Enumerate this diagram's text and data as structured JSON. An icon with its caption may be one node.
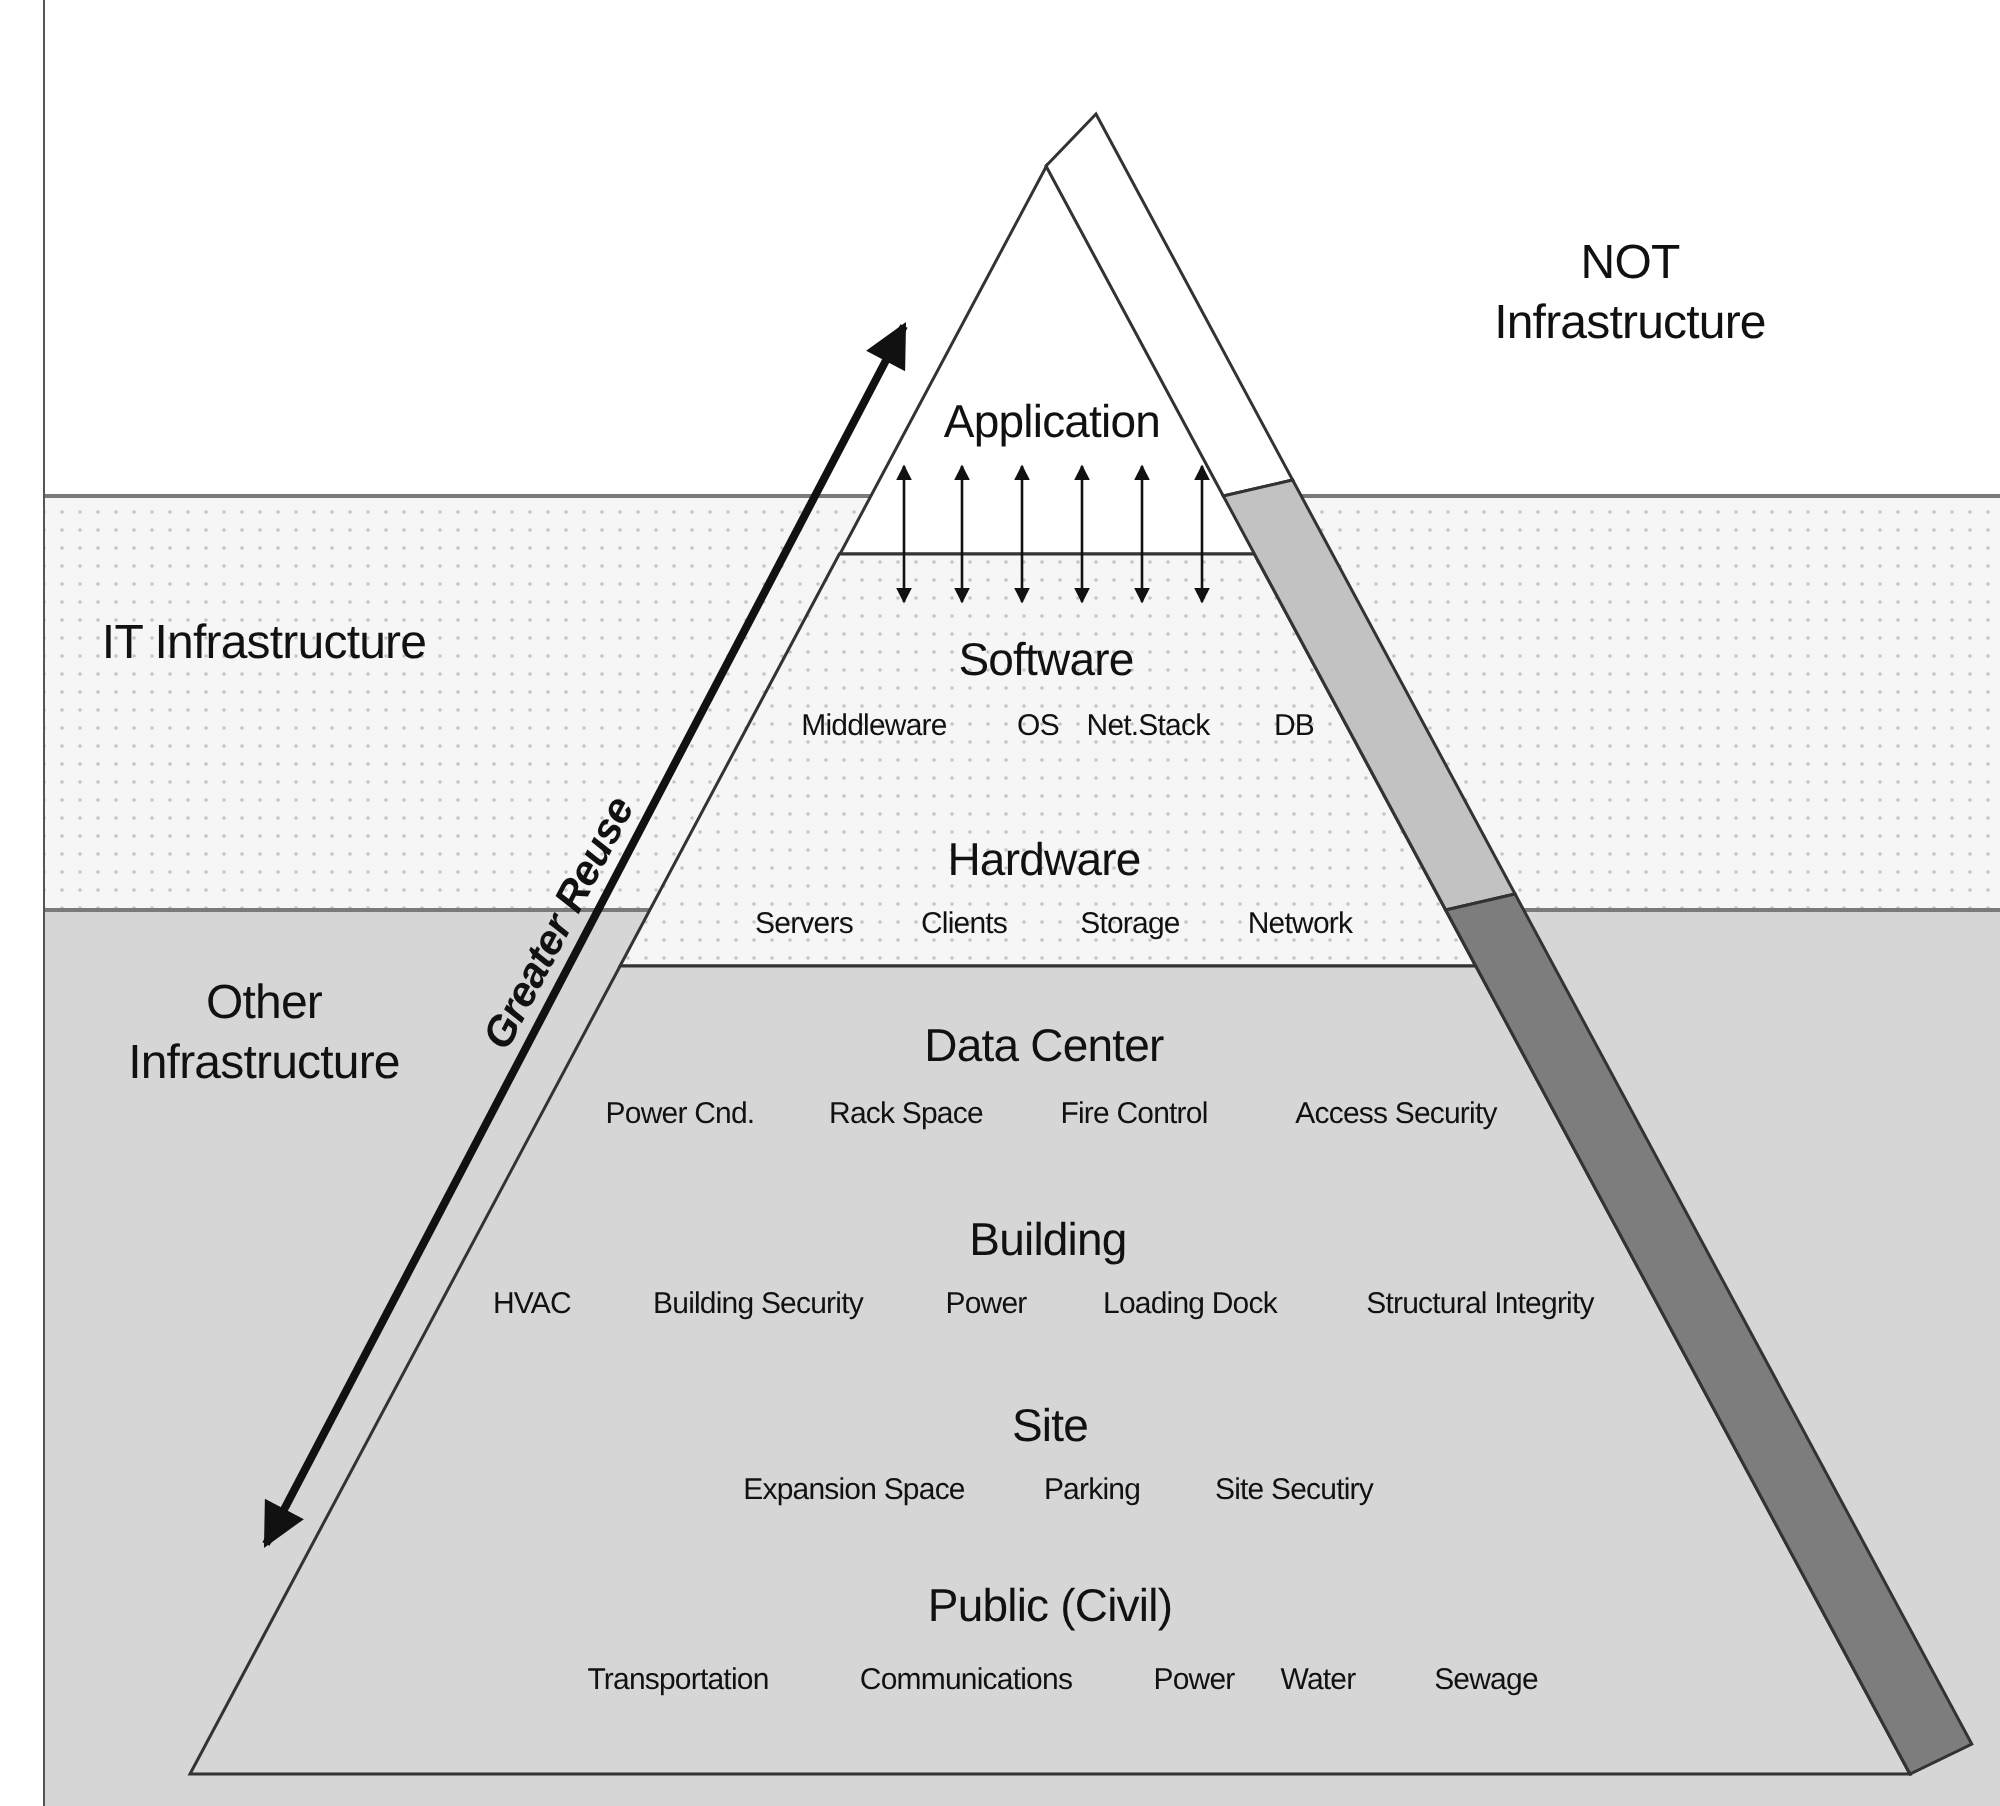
{
  "diagram": {
    "nodes": [
      {
        "text": [
          "Application"
        ]
      },
      {
        "text": [
          "Software",
          "Middleware",
          "OS",
          "Net.Stack",
          "DB",
          "Hardware",
          "Servers",
          "Clients",
          "Storage",
          "Network"
        ]
      },
      {
        "text": [
          "Data Center",
          "Power Cnd.",
          "Rack Space",
          "Fire Control",
          "Access Security",
          "Building",
          "HVAC",
          "Building Security",
          "Power",
          "Loading Dock",
          "Structural Integrity",
          "Site",
          "Expansion Space",
          "Parking",
          "Site Secutiry",
          "Public (Civil)",
          "Transportation",
          "Communications",
          "Power",
          "Water",
          "Sewage"
        ]
      }
    ],
    "edges": [
      {
        "from": 0,
        "to": 1,
        "arrow": "both"
      },
      {
        "from": 0,
        "to": 1,
        "arrow": "both"
      },
      {
        "from": 0,
        "to": 1,
        "arrow": "both"
      },
      {
        "from": 0,
        "to": 1,
        "arrow": "both"
      },
      {
        "from": 0,
        "to": 1,
        "arrow": "both"
      },
      {
        "from": 0,
        "to": 1,
        "arrow": "both"
      },
      {
        "from": 2,
        "to": 0,
        "arrow": "both",
        "label": "Greater Reuse",
        "style": "thick"
      }
    ],
    "labels": [
      "NOT Infrastructure",
      "IT Infrastructure",
      "Other Infrastructure"
    ]
  }
}
